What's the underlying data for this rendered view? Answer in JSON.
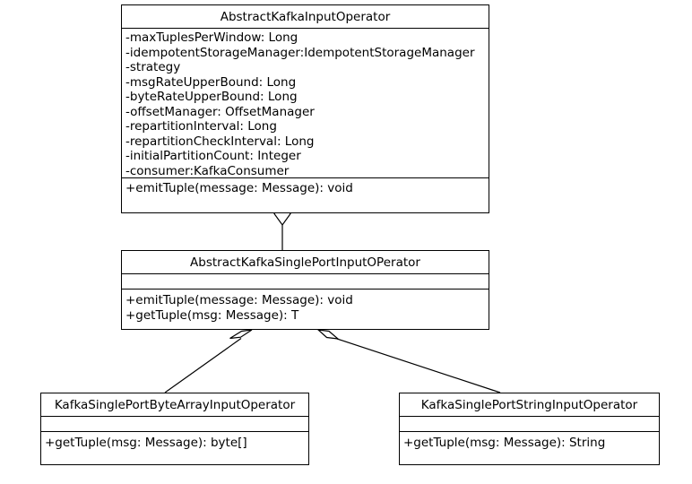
{
  "diagram": {
    "type": "uml-class-diagram",
    "background_color": "#ffffff",
    "line_color": "#000000",
    "text_color": "#000000",
    "classes": [
      {
        "id": "abstract-kafka-input-operator",
        "name": "AbstractKafkaInputOperator",
        "attributes": [
          "-maxTuplesPerWindow: Long",
          "-idempotentStorageManager:IdempotentStorageManager",
          "-strategy",
          "-msgRateUpperBound: Long",
          "-byteRateUpperBound: Long",
          "-offsetManager: OffsetManager",
          "-repartitionInterval: Long",
          "-repartitionCheckInterval: Long",
          "-initialPartitionCount: Integer",
          "-consumer:KafkaConsumer"
        ],
        "operations": [
          "+emitTuple(message: Message): void"
        ]
      },
      {
        "id": "abstract-kafka-single-port-input-operator",
        "name": "AbstractKafkaSinglePortInputOPerator",
        "attributes": [],
        "operations": [
          "+emitTuple(message: Message): void",
          "+getTuple(msg: Message): T"
        ]
      },
      {
        "id": "kafka-single-port-byte-array-input-operator",
        "name": "KafkaSinglePortByteArrayInputOperator",
        "attributes": [],
        "operations": [
          "+getTuple(msg: Message): byte[]"
        ]
      },
      {
        "id": "kafka-single-port-string-input-operator",
        "name": "KafkaSinglePortStringInputOperator",
        "attributes": [],
        "operations": [
          "+getTuple(msg: Message): String"
        ]
      }
    ],
    "relationships": [
      {
        "id": "aggregation-top-to-middle",
        "kind": "aggregation",
        "marker": "hollow-diamond",
        "from": "abstract-kafka-input-operator",
        "to": "abstract-kafka-single-port-input-operator"
      },
      {
        "id": "aggregation-middle-to-byte-array",
        "kind": "aggregation",
        "marker": "hollow-diamond",
        "from": "abstract-kafka-single-port-input-operator",
        "to": "kafka-single-port-byte-array-input-operator"
      },
      {
        "id": "aggregation-middle-to-string",
        "kind": "aggregation",
        "marker": "hollow-diamond",
        "from": "abstract-kafka-single-port-input-operator",
        "to": "kafka-single-port-string-input-operator"
      }
    ]
  }
}
